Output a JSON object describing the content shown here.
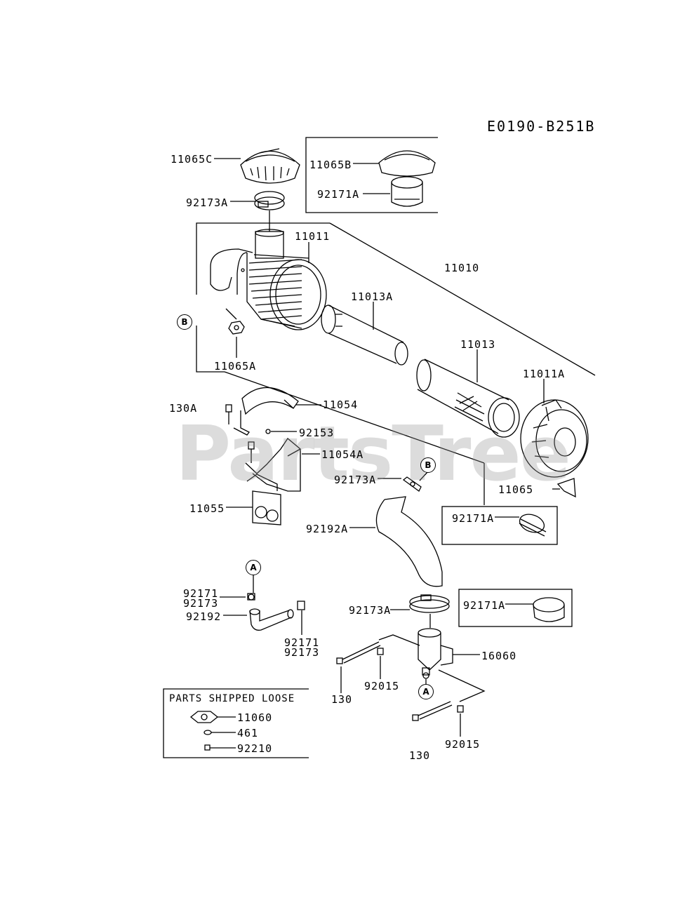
{
  "diagram_code": "E0190-B251B",
  "watermark": "PartsTree",
  "parts_shipped_loose_title": "PARTS SHIPPED LOOSE",
  "callouts": {
    "A1": "A",
    "A2": "A",
    "B1": "B",
    "B2": "B"
  },
  "parts": {
    "p11065C": "11065C",
    "p92173A_top": "92173A",
    "p11065B": "11065B",
    "p92171A_top": "92171A",
    "p11011": "11011",
    "p11010": "11010",
    "p11013A": "11013A",
    "p11013": "11013",
    "p11011A": "11011A",
    "p11065A": "11065A",
    "p130A": "130A",
    "p11054": "11054",
    "p92153": "92153",
    "p11054A": "11054A",
    "p92173A_mid": "92173A",
    "p11065": "11065",
    "p11055": "11055",
    "p92171A_mid": "92171A",
    "p92192A": "92192A",
    "p92171_left": "92171",
    "p92173_left": "92173",
    "p92192": "92192",
    "p92171_b": "92171",
    "p92173_b": "92173",
    "p92173A_low": "92173A",
    "p92171A_low": "92171A",
    "p16060": "16060",
    "p130_a": "130",
    "p92015_a": "92015",
    "p92015_b": "92015",
    "p130_b": "130",
    "p11060": "11060",
    "p461": "461",
    "p92210": "92210"
  }
}
